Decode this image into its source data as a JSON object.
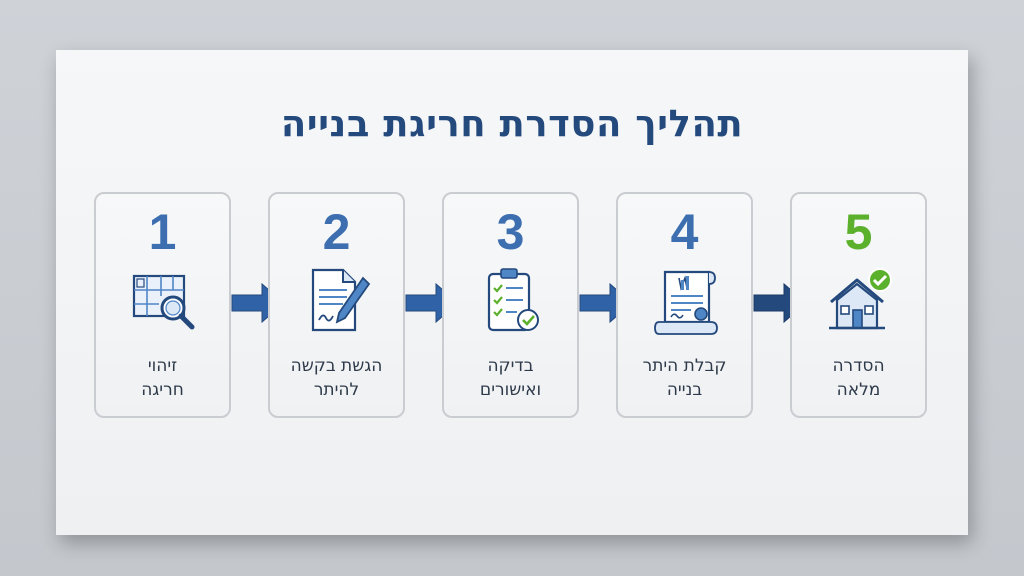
{
  "title": "תהליך הסדרת חריגת בנייה",
  "colors": {
    "title": "#24497d",
    "step_number_blue": "#3d6fb0",
    "step_number_final": "#5bb02c",
    "icon_dark": "#24497d",
    "icon_light": "#4f86c6",
    "arrow": "#2f62a6",
    "check_green": "#5bb02c"
  },
  "steps": [
    {
      "number": "1",
      "label_line1": "זיהוי",
      "label_line2": "חריגה",
      "icon": "blueprint-magnifier-icon"
    },
    {
      "number": "2",
      "label_line1": "הגשת בקשה",
      "label_line2": "להיתר",
      "icon": "document-pen-icon"
    },
    {
      "number": "3",
      "label_line1": "בדיקה",
      "label_line2": "ואישורים",
      "icon": "clipboard-checklist-icon"
    },
    {
      "number": "4",
      "label_line1": "קבלת היתר",
      "label_line2": "בנייה",
      "icon": "permit-scroll-icon"
    },
    {
      "number": "5",
      "label_line1": "הסדרה",
      "label_line2": "מלאה",
      "icon": "house-check-icon"
    }
  ]
}
